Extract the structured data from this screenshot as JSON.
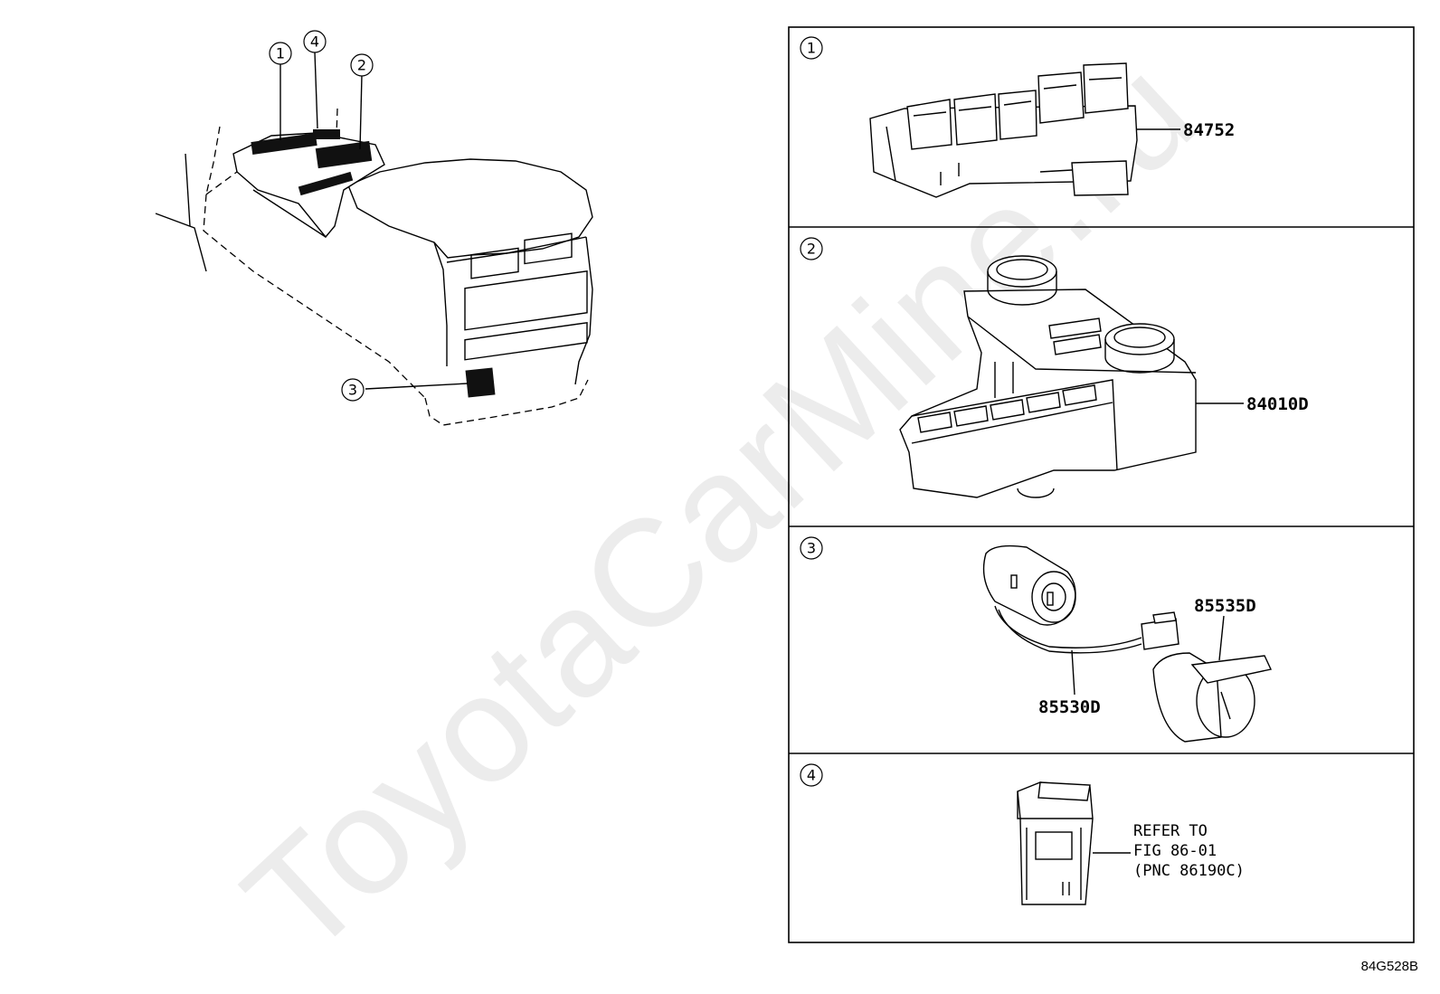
{
  "watermark": "ToyotaCarMine.ru",
  "overview": {
    "callouts": [
      "1",
      "4",
      "2",
      "3"
    ]
  },
  "panels": [
    {
      "number": "1",
      "part": "84752"
    },
    {
      "number": "2",
      "part": "84010D"
    },
    {
      "number": "3",
      "parts": [
        "85535D",
        "85530D"
      ]
    },
    {
      "number": "4",
      "refer": [
        "REFER TO",
        "FIG 86-01",
        "(PNC 86190C)"
      ]
    }
  ],
  "figure_id": "84G528B"
}
